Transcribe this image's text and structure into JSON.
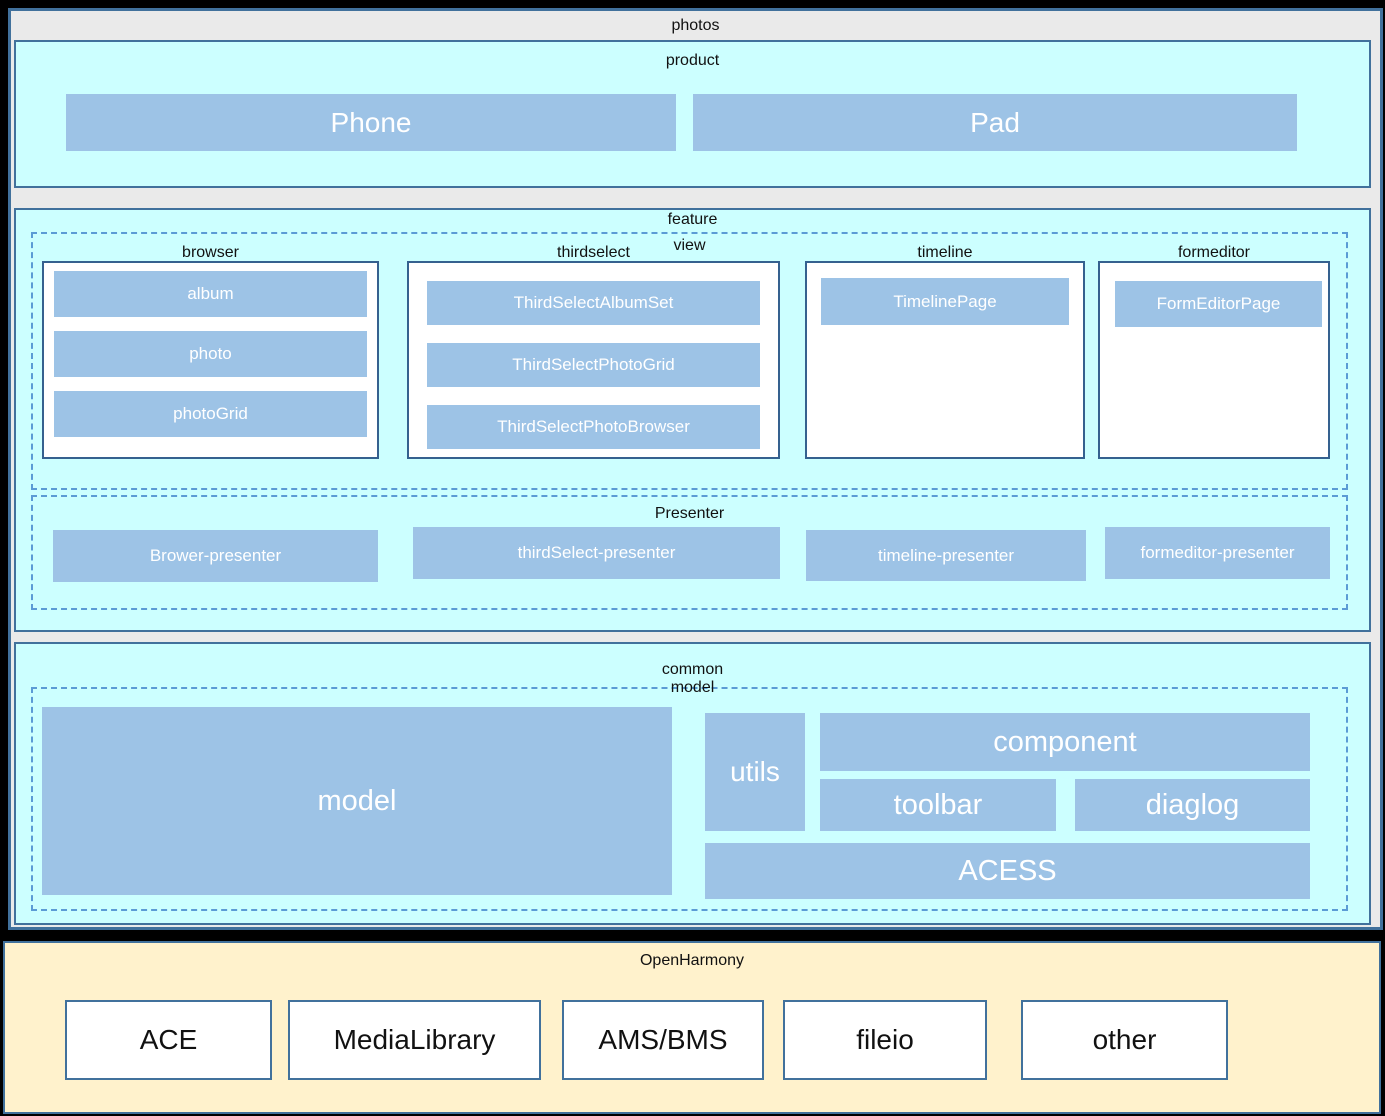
{
  "diagram": {
    "title": "photos",
    "product": {
      "label": "product",
      "phone": "Phone",
      "pad": "Pad"
    },
    "feature": {
      "label": "feature",
      "view": {
        "label": "view",
        "browser": {
          "label": "browser",
          "items": [
            "album",
            "photo",
            "photoGrid"
          ]
        },
        "thirdselect": {
          "label": "thirdselect",
          "items": [
            "ThirdSelectAlbumSet",
            "ThirdSelectPhotoGrid",
            "ThirdSelectPhotoBrowser"
          ]
        },
        "timeline": {
          "label": "timeline",
          "items": [
            "TimelinePage"
          ]
        },
        "formeditor": {
          "label": "formeditor",
          "items": [
            "FormEditorPage"
          ]
        }
      },
      "presenter": {
        "label": "Presenter",
        "items": [
          "Brower-presenter",
          "thirdSelect-presenter",
          "timeline-presenter",
          "formeditor-presenter"
        ]
      }
    },
    "common": {
      "label": "common",
      "model_section": {
        "label": "model",
        "model": "model",
        "utils": "utils",
        "component": "component",
        "toolbar": "toolbar",
        "diaglog": "diaglog",
        "acess": "ACESS"
      }
    },
    "platform": {
      "label": "OpenHarmony",
      "items": [
        "ACE",
        "MediaLibrary",
        "AMS/BMS",
        "fileio",
        "other"
      ]
    }
  },
  "colors": {
    "background": "#000000",
    "photos_fill": "#EAEAEA",
    "panel_fill": "#CCFFFF",
    "block_fill": "#9DC3E6",
    "platform_fill": "#FFF2CC",
    "solid_border": "#41719C",
    "inner_box_border": "#35618F",
    "dashed_border": "#5B9BD5",
    "block_text": "#FFFFFF",
    "label_text": "#111111"
  }
}
